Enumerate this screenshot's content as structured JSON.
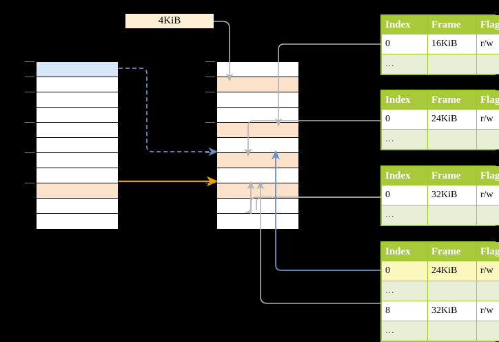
{
  "diagram": {
    "title_label": "4KiB",
    "accent_green": "#a8c93a",
    "accent_blue": "#d9e8f9",
    "accent_peach": "#fde2cb",
    "accent_orange": "#e8a400",
    "accent_highlight": "#fcf7bd",
    "wire_gray": "#b3b3b3",
    "wire_blue": "#6d8fc4"
  },
  "left_column": {
    "name": "virtual-address-space",
    "rows": [
      {
        "fill": "blue"
      },
      {
        "fill": "white"
      },
      {
        "fill": "white"
      },
      {
        "fill": "white"
      },
      {
        "fill": "white"
      },
      {
        "fill": "white"
      },
      {
        "fill": "white"
      },
      {
        "fill": "white"
      },
      {
        "fill": "peach"
      },
      {
        "fill": "white"
      },
      {
        "fill": "white"
      }
    ]
  },
  "middle_column": {
    "name": "physical-memory",
    "rows": [
      {
        "fill": "white"
      },
      {
        "fill": "peach"
      },
      {
        "fill": "white"
      },
      {
        "fill": "white"
      },
      {
        "fill": "peach"
      },
      {
        "fill": "white"
      },
      {
        "fill": "peach"
      },
      {
        "fill": "white"
      },
      {
        "fill": "peach"
      },
      {
        "fill": "white"
      },
      {
        "fill": "white"
      }
    ]
  },
  "page_tables": [
    {
      "name": "page-table-level-1",
      "headers": [
        "Index",
        "Frame",
        "Flags"
      ],
      "rows": [
        {
          "cells": [
            "0",
            "16KiB",
            "r/w"
          ],
          "style": "normal"
        },
        {
          "cells": [
            "...",
            "",
            ""
          ],
          "style": "ellipsis"
        }
      ]
    },
    {
      "name": "page-table-level-2",
      "headers": [
        "Index",
        "Frame",
        "Flags"
      ],
      "rows": [
        {
          "cells": [
            "0",
            "24KiB",
            "r/w"
          ],
          "style": "normal"
        },
        {
          "cells": [
            "...",
            "",
            ""
          ],
          "style": "ellipsis"
        }
      ]
    },
    {
      "name": "page-table-level-3",
      "headers": [
        "Index",
        "Frame",
        "Flags"
      ],
      "rows": [
        {
          "cells": [
            "0",
            "32KiB",
            "r/w"
          ],
          "style": "normal"
        },
        {
          "cells": [
            "...",
            "",
            ""
          ],
          "style": "ellipsis"
        }
      ]
    },
    {
      "name": "page-table-level-4",
      "headers": [
        "Index",
        "Frame",
        "Flags"
      ],
      "rows": [
        {
          "cells": [
            "0",
            "24KiB",
            "r/w"
          ],
          "style": "highlight"
        },
        {
          "cells": [
            "...",
            "",
            ""
          ],
          "style": "ellipsis"
        },
        {
          "cells": [
            "8",
            "32KiB",
            "r/w"
          ],
          "style": "normal"
        },
        {
          "cells": [
            "...",
            "",
            ""
          ],
          "style": "ellipsis"
        }
      ]
    }
  ]
}
